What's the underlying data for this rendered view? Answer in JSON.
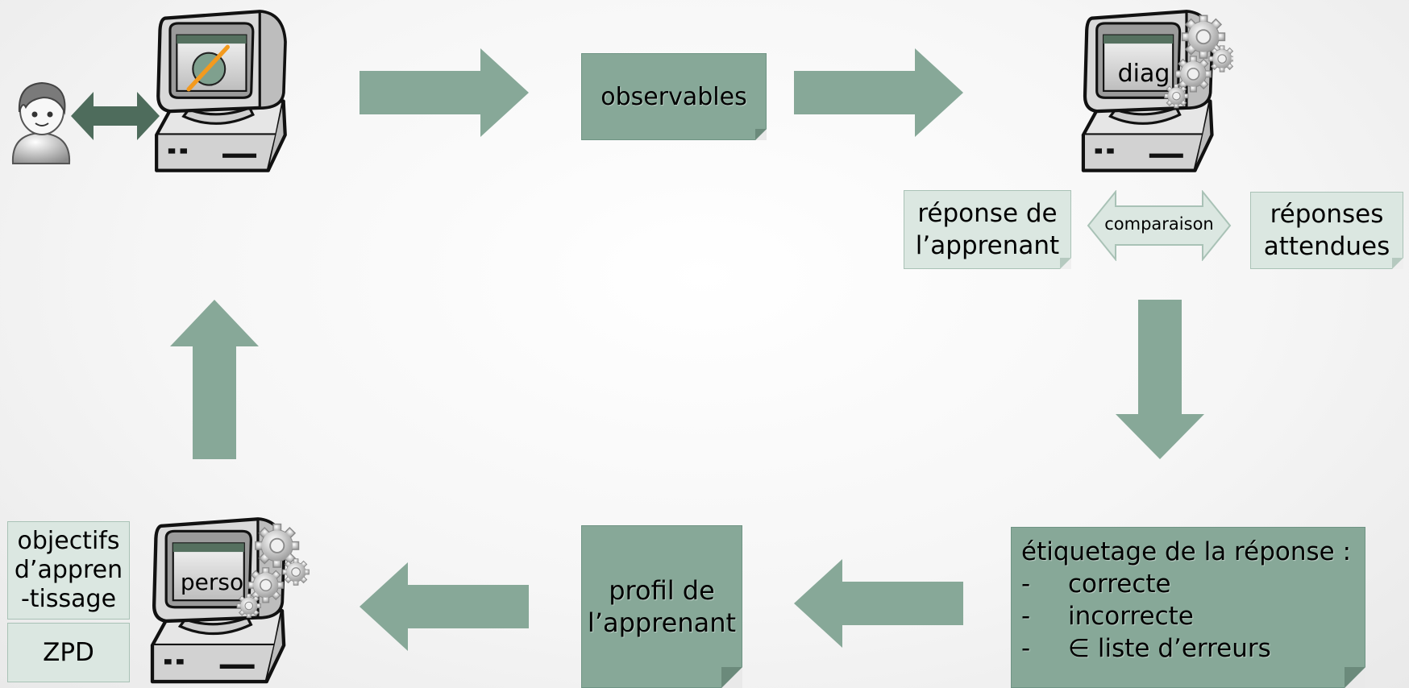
{
  "nodes": {
    "observables": "observables",
    "learner_answer": [
      "réponse de",
      "l’apprenant"
    ],
    "comparison": "comparaison",
    "expected_answers": [
      "réponses",
      "attendues"
    ],
    "labeling": {
      "title": "étiquetage de la réponse :",
      "items": [
        {
          "bullet": "-",
          "text": "correcte"
        },
        {
          "bullet": "-",
          "text": "incorrecte"
        },
        {
          "bullet": "-",
          "text": "∈ liste d’erreurs"
        }
      ]
    },
    "learner_profile": [
      "profil de",
      "l’apprenant"
    ],
    "objectives": [
      "objectifs",
      "d’appren",
      "-tissage"
    ],
    "zpd": "ZPD"
  },
  "screens": {
    "diag": "diag",
    "perso": "perso"
  },
  "colors": {
    "arrow": "#87a898",
    "note_dark": "#87a898",
    "note_light": "#dbe7e1",
    "user_arrow": "#4e6c5c",
    "pen": "#f39a1e"
  },
  "icons": {
    "user": "user-icon",
    "computer": "computer-icon",
    "gears": "gears-icon"
  }
}
